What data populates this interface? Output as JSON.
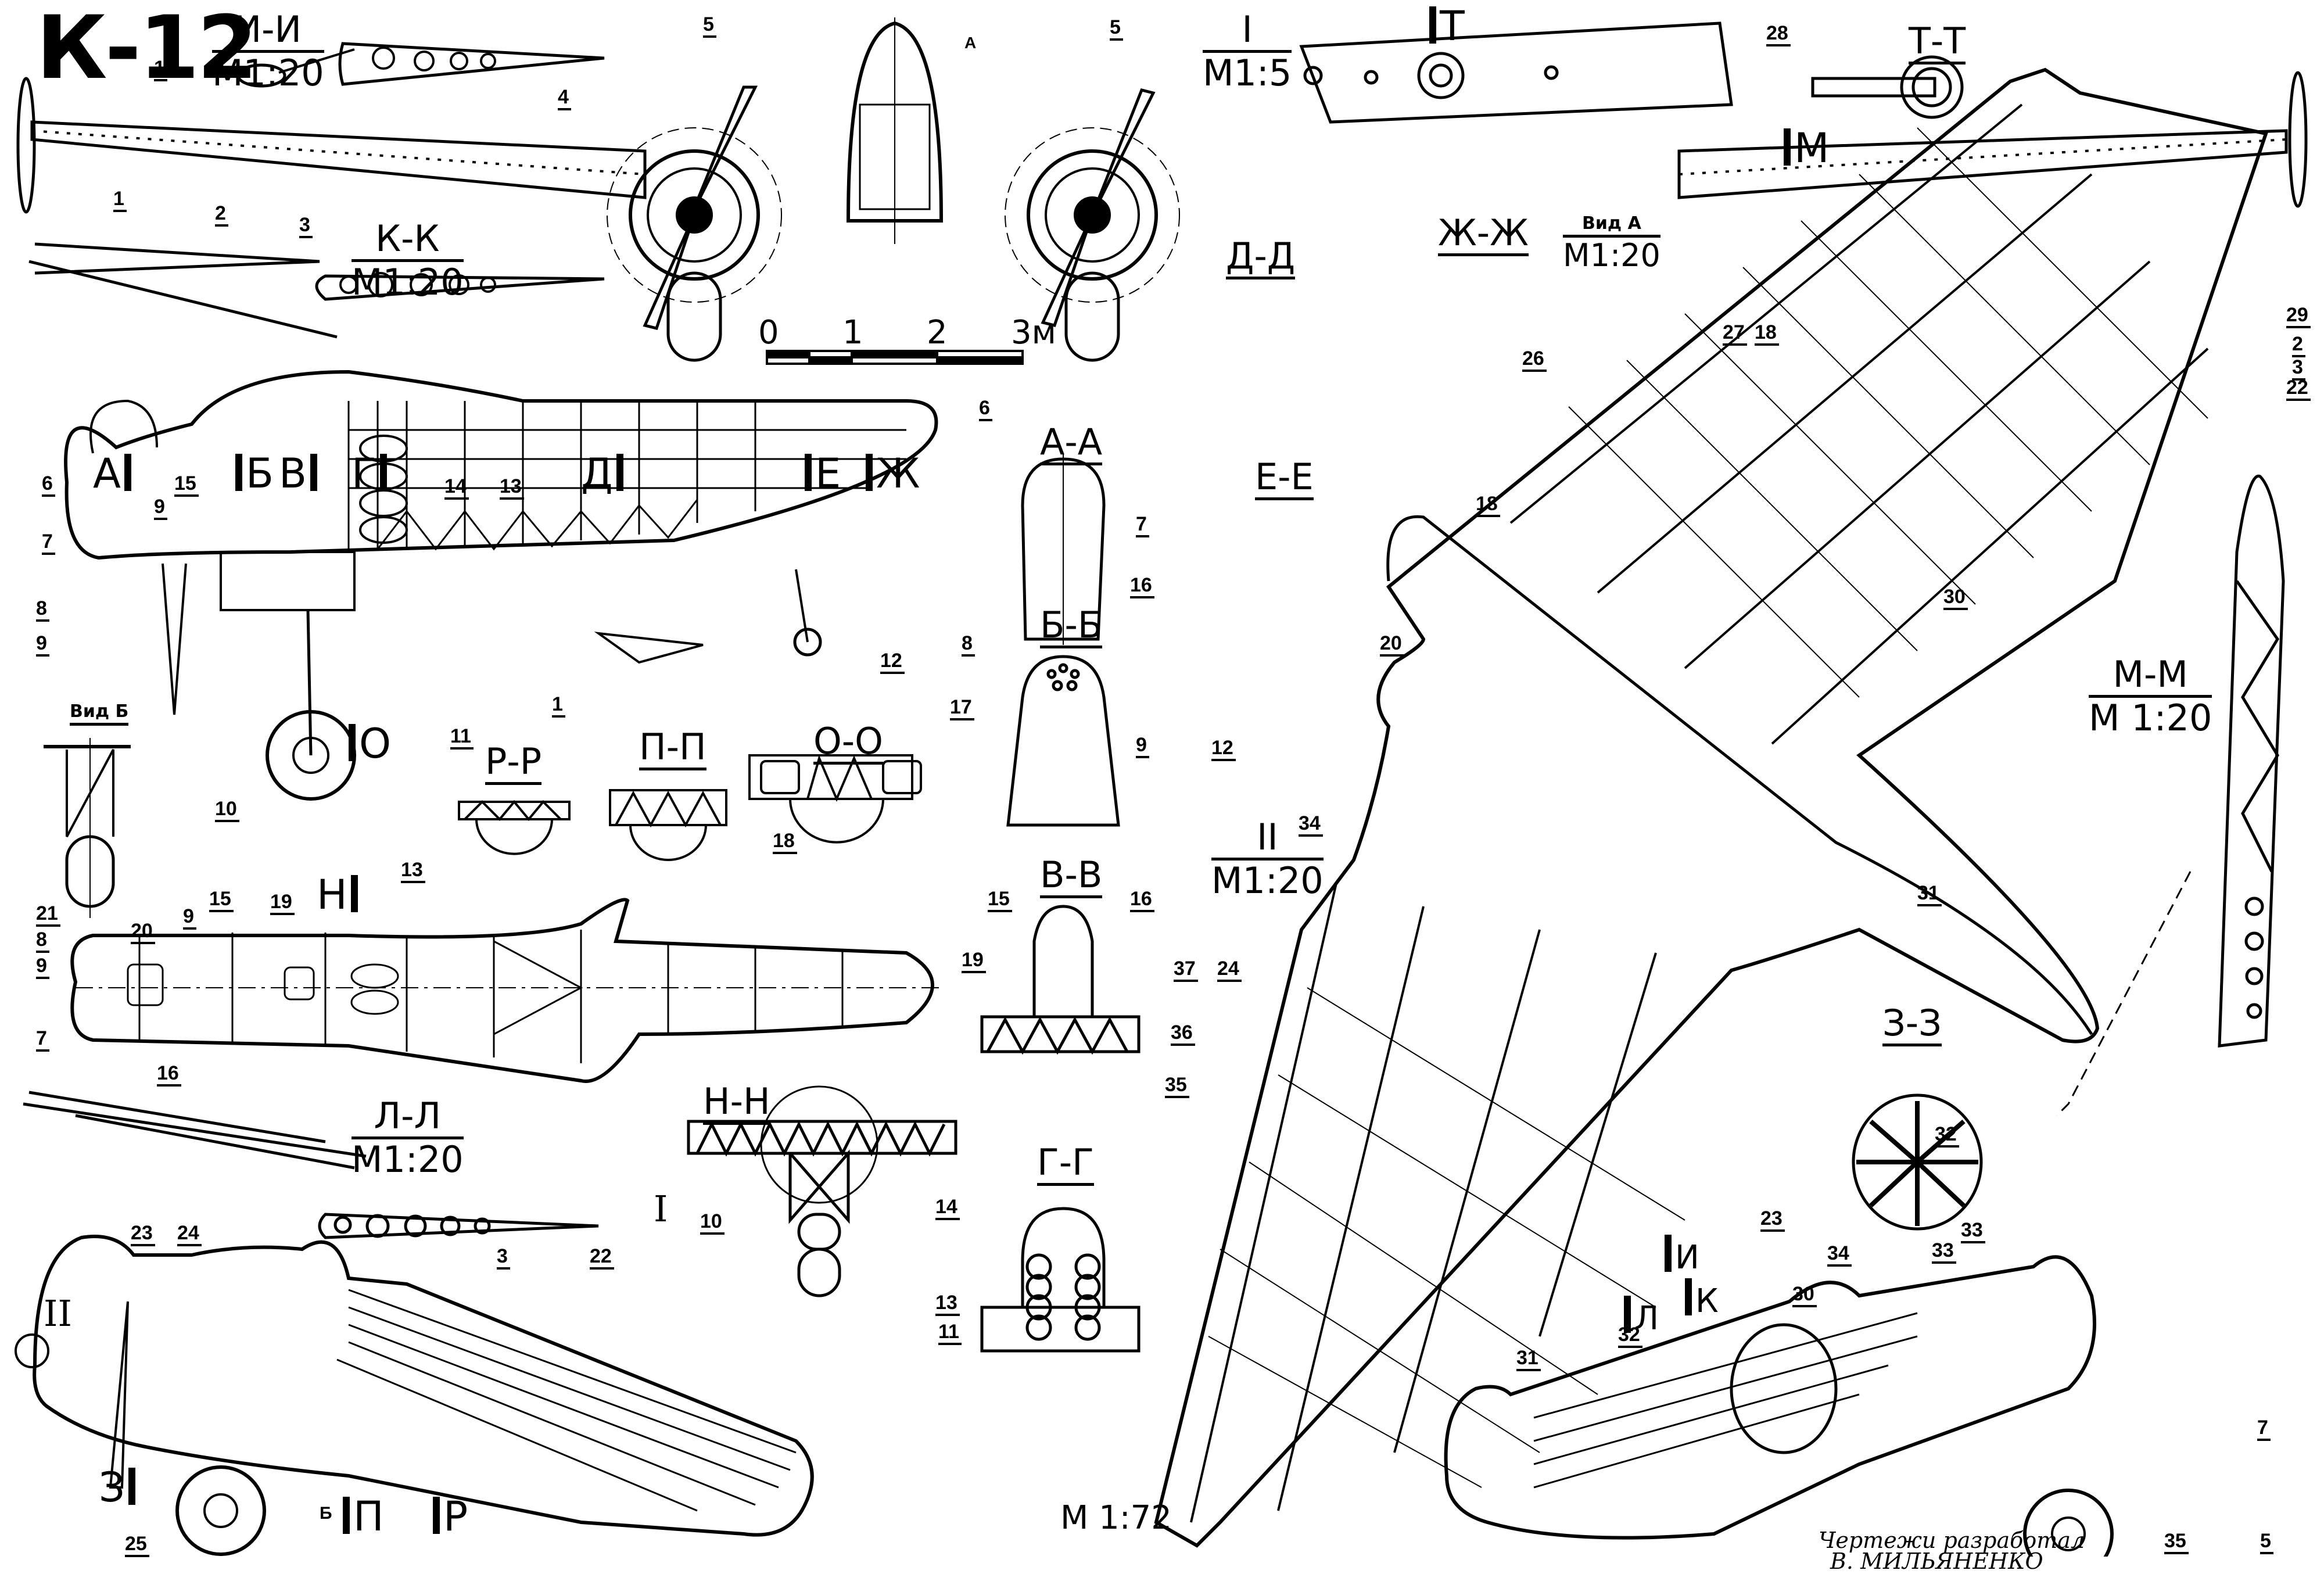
{
  "title": "К-12",
  "scale_main": "М 1:72",
  "scale_bar": {
    "ticks": [
      "0",
      "1",
      "2",
      "3м"
    ]
  },
  "credit": {
    "line1": "Чертежи разработал",
    "line2": "В. МИЛЬЯНЕНКО"
  },
  "sections": [
    {
      "id": "ii",
      "title": "И-И",
      "scale": "М1:20"
    },
    {
      "id": "kk",
      "title": "К-К",
      "scale": "М1:20"
    },
    {
      "id": "detail-I",
      "title": "I",
      "scale": "М1:5"
    },
    {
      "id": "tt",
      "title": "Т-Т",
      "scale": ""
    },
    {
      "id": "vid-a",
      "title": "Вид А",
      "scale": "М1:20"
    },
    {
      "id": "dd",
      "title": "Д-Д",
      "scale": ""
    },
    {
      "id": "zhzh",
      "title": "Ж-Ж",
      "scale": ""
    },
    {
      "id": "aa",
      "title": "А-А",
      "scale": ""
    },
    {
      "id": "bb",
      "title": "Б-Б",
      "scale": ""
    },
    {
      "id": "ee",
      "title": "Е-Е",
      "scale": ""
    },
    {
      "id": "rr",
      "title": "Р-Р",
      "scale": ""
    },
    {
      "id": "pp",
      "title": "П-П",
      "scale": ""
    },
    {
      "id": "oo",
      "title": "О-О",
      "scale": ""
    },
    {
      "id": "vv",
      "title": "В-В",
      "scale": ""
    },
    {
      "id": "ll",
      "title": "Л-Л",
      "scale": "М1:20"
    },
    {
      "id": "nn",
      "title": "Н-Н",
      "scale": ""
    },
    {
      "id": "gg",
      "title": "Г-Г",
      "scale": ""
    },
    {
      "id": "detail-II",
      "title": "II",
      "scale": "М1:20"
    },
    {
      "id": "mm",
      "title": "М-М",
      "scale": "М 1:20"
    },
    {
      "id": "zz",
      "title": "З-З",
      "scale": ""
    },
    {
      "id": "vid-b",
      "title": "Вид Б",
      "scale": ""
    }
  ],
  "cut_marks": {
    "side_view": [
      "А",
      "Б",
      "В",
      "Г",
      "Д",
      "Е",
      "Ж"
    ],
    "other": [
      "О",
      "Н",
      "Т",
      "М",
      "З",
      "П",
      "Р",
      "И",
      "К",
      "Л"
    ],
    "arrow_a": "А",
    "arrow_b": "Б"
  },
  "detail_marks": {
    "I": "I",
    "II": "II"
  },
  "callouts": {
    "front": [
      "1",
      "1",
      "2",
      "3",
      "4",
      "5",
      "5"
    ],
    "side": [
      "6",
      "7",
      "8",
      "9",
      "15",
      "9",
      "14",
      "13",
      "6",
      "12",
      "1",
      "11",
      "10"
    ],
    "sections_mid": [
      "7",
      "16",
      "8",
      "17",
      "9",
      "18",
      "15",
      "16",
      "19",
      "14",
      "13",
      "11",
      "10"
    ],
    "plan": [
      "21",
      "8",
      "9",
      "20",
      "9",
      "15",
      "19",
      "13",
      "7",
      "16"
    ],
    "ll": [
      "3",
      "22"
    ],
    "iso_left": [
      "23",
      "24",
      "25"
    ],
    "top_right": [
      "28",
      "27",
      "18",
      "26",
      "18",
      "20",
      "12",
      "34",
      "29",
      "2",
      "3",
      "22",
      "30",
      "31",
      "37",
      "24",
      "36",
      "35",
      "23",
      "34",
      "33",
      "32"
    ],
    "iso_right": [
      "31",
      "32",
      "30",
      "33",
      "7",
      "35",
      "5"
    ]
  }
}
